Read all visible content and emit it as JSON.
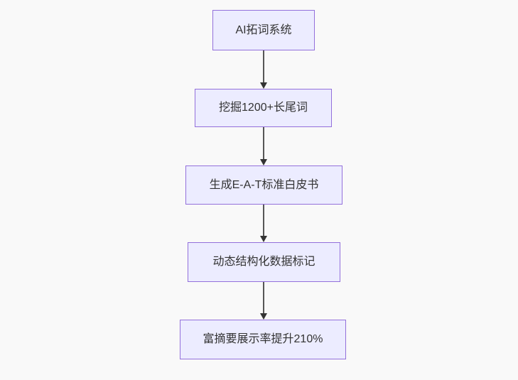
{
  "flowchart": {
    "type": "vertical-flow",
    "nodes": [
      {
        "label": "AI拓词系统"
      },
      {
        "label": "挖掘1200+长尾词"
      },
      {
        "label": "生成E-A-T标准白皮书"
      },
      {
        "label": "动态结构化数据标记"
      },
      {
        "label": "富摘要展示率提升210%"
      }
    ],
    "connections": [
      {
        "from": 0,
        "to": 1
      },
      {
        "from": 1,
        "to": 2
      },
      {
        "from": 2,
        "to": 3
      },
      {
        "from": 3,
        "to": 4
      }
    ],
    "colors": {
      "node_fill": "#ECECFF",
      "node_border": "#9370DB",
      "text": "#333333",
      "arrow_shaft": "#565656",
      "arrow_head": "#333333",
      "background": "#f9f9f9"
    }
  }
}
